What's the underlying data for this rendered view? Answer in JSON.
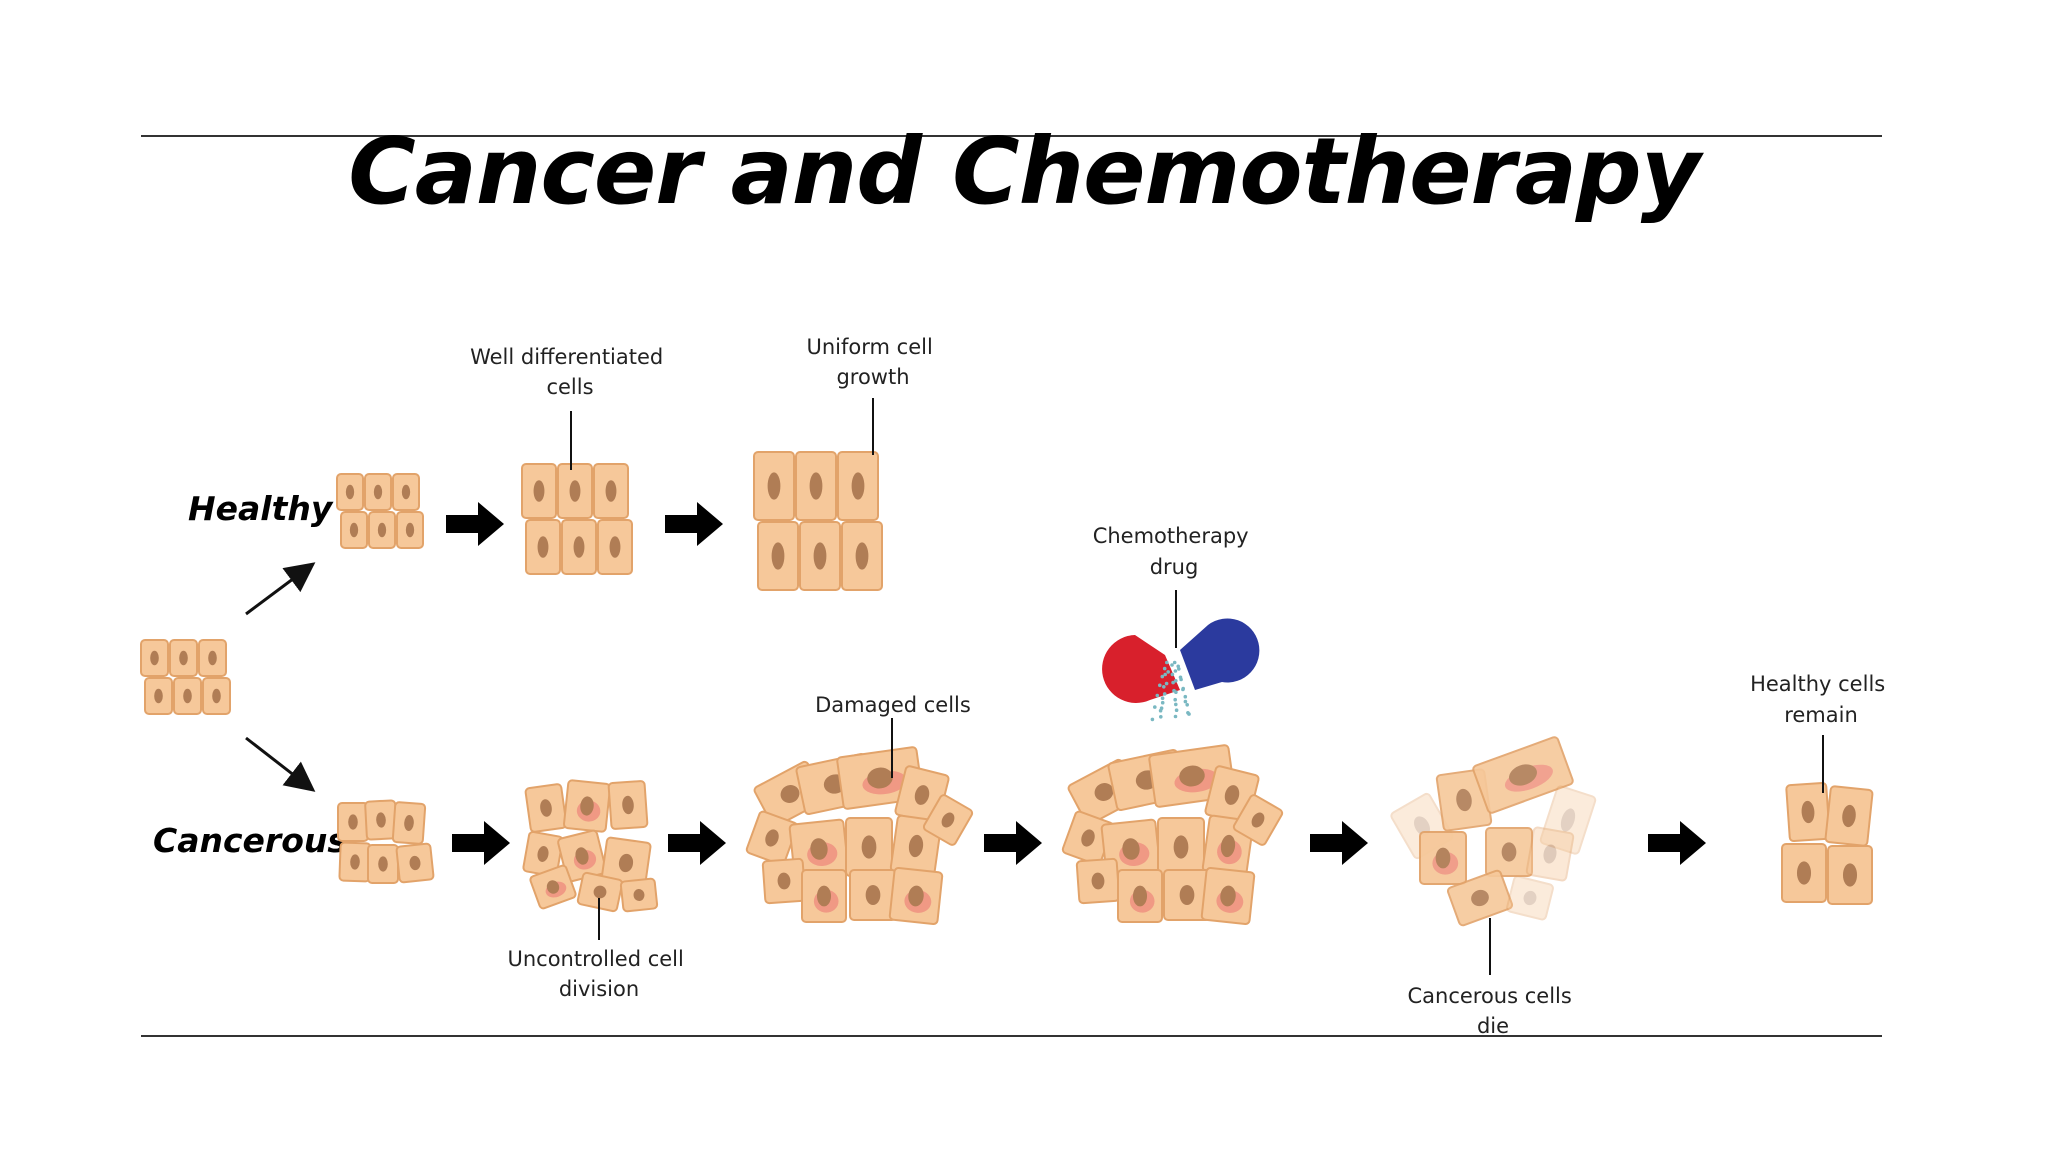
{
  "title": "Cancer and Chemotherapy",
  "rows": {
    "healthy": "Healthy",
    "cancerous": "Cancerous"
  },
  "labels": {
    "well_differentiated": [
      "Well differentiated",
      "cells"
    ],
    "uniform_growth": [
      "Uniform cell",
      "growth"
    ],
    "chemo_drug": [
      "Chemotherapy",
      "drug"
    ],
    "damaged_cells": [
      "Damaged cells"
    ],
    "healthy_remain": [
      "Healthy cells",
      "remain"
    ],
    "uncontrolled": [
      "Uncontrolled cell",
      "division"
    ],
    "cancerous_die": [
      "Cancerous cells",
      "die"
    ]
  },
  "colors": {
    "cell_fill": "#f6c89a",
    "cell_stroke": "#e2a36a",
    "nucleus": "#b07d55",
    "damage": "#e8606a",
    "capsule_red": "#d8202c",
    "capsule_blue": "#2b3a9e",
    "drug_particles": "#7ab8c2"
  }
}
